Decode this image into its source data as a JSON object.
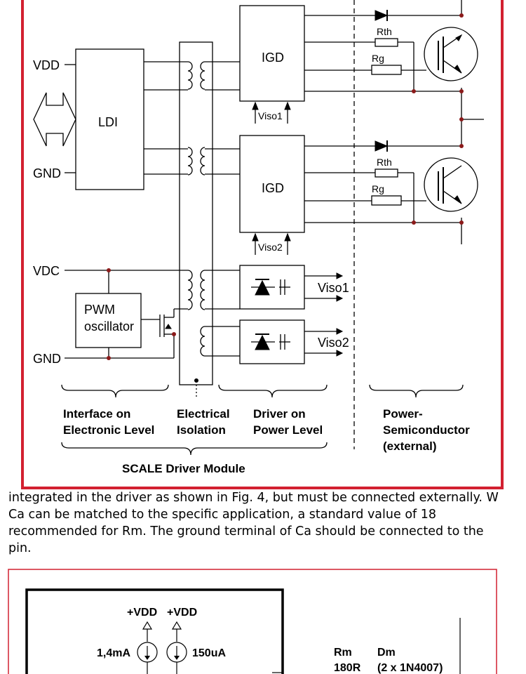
{
  "diagram": {
    "left_labels": {
      "vdd": "VDD",
      "gnd": "GND",
      "vdc": "VDC",
      "gnd2": "GND"
    },
    "blocks": {
      "ldi": "LDI",
      "igd_top": "IGD",
      "igd_bottom": "IGD",
      "pwm_line1": "PWM",
      "pwm_line2": "oscillator"
    },
    "viso_labels": {
      "viso1_in": "Viso1",
      "viso2_in": "Viso2",
      "viso1_out": "Viso1",
      "viso2_out": "Viso2"
    },
    "resistors": {
      "rth_top": "Rth",
      "rg_top": "Rg",
      "rth_bottom": "Rth",
      "rg_bottom": "Rg"
    },
    "sections": {
      "interface_line1": "Interface on",
      "interface_line2": "Electronic Level",
      "isolation_line1": "Electrical",
      "isolation_line2": "Isolation",
      "driver_line1": "Driver on",
      "driver_line2": "Power Level",
      "power_line1": "Power-",
      "power_line2": "Semiconductor",
      "power_line3": "(external)",
      "module": "SCALE Driver Module"
    },
    "colors": {
      "frame": "#d22030",
      "line": "#000000",
      "dot": "#8b1a1a"
    }
  },
  "body_text": {
    "line1": "integrated in the driver as shown in Fig. 4, but must be connected externally. W",
    "line2": "Ca can be matched to the specific application, a standard value of 18",
    "line3": "recommended for Rm. The ground terminal of Ca should be connected to the",
    "line4": "pin."
  },
  "figure2": {
    "vdd1": "+VDD",
    "vdd2": "+VDD",
    "current1": "1,4mA",
    "current2": "150uA",
    "rm_label": "Rm",
    "rm_value": "180R",
    "dm_label": "Dm",
    "dm_value": "(2 x 1N4007)",
    "colors": {
      "frame": "#d22030"
    }
  }
}
